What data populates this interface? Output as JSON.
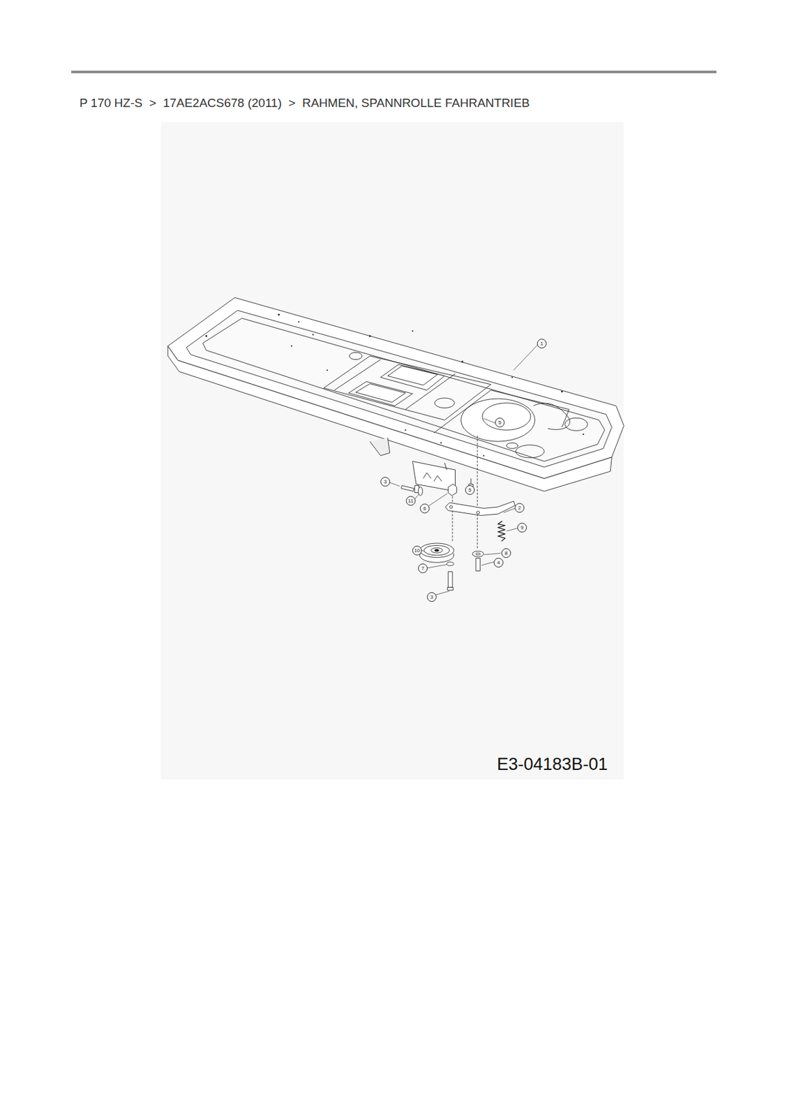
{
  "diagram": {
    "title": "P 170 HZ-S  >  17AE2ACS678 (2011)  >  RAHMEN, SPANNROLLE FAHRANTRIEB",
    "caption": "E3-04183B-01",
    "labels": [
      "1",
      "5",
      "3",
      "11",
      "6",
      "5",
      "2",
      "9",
      "8",
      "4",
      "10",
      "7",
      "3"
    ]
  }
}
